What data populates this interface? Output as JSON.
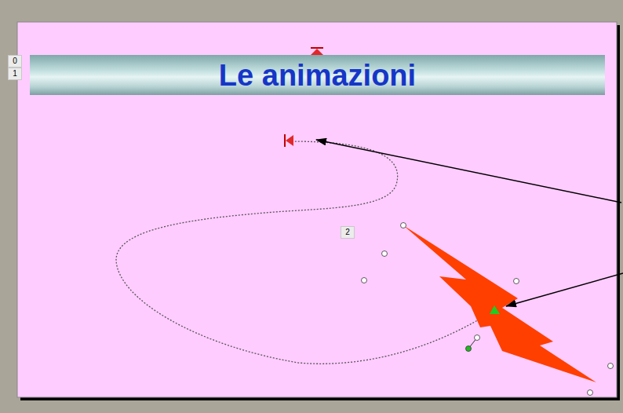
{
  "diagram": {
    "title": "Le animazioni",
    "labels": [
      "0",
      "1",
      "2"
    ]
  }
}
